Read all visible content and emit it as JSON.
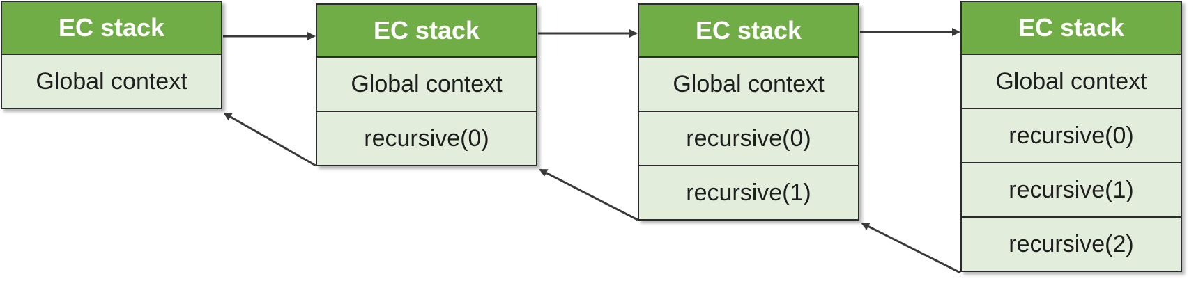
{
  "colors": {
    "header_fill": "#71ad47",
    "frame_fill": "#e2eedb",
    "border": "#2b2b2b",
    "arrow": "#3a3a3a"
  },
  "stacks": [
    {
      "title": "EC stack",
      "frames": [
        "Global context"
      ]
    },
    {
      "title": "EC stack",
      "frames": [
        "Global context",
        "recursive(0)"
      ]
    },
    {
      "title": "EC stack",
      "frames": [
        "Global context",
        "recursive(0)",
        "recursive(1)"
      ]
    },
    {
      "title": "EC stack",
      "frames": [
        "Global context",
        "recursive(0)",
        "recursive(1)",
        "recursive(2)"
      ]
    }
  ]
}
